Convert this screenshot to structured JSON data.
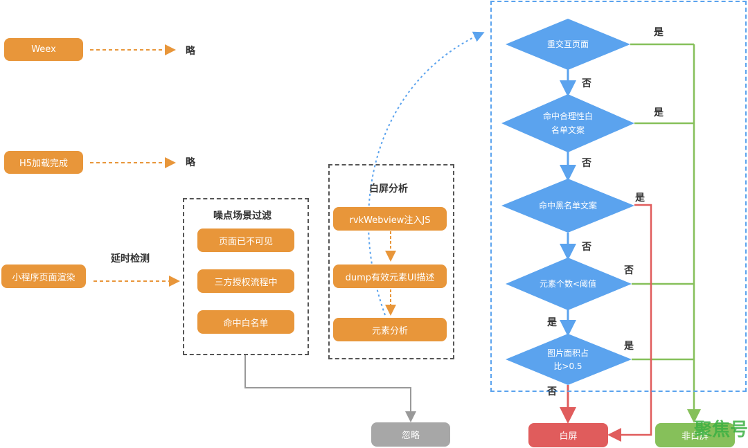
{
  "left": {
    "weex": "Weex",
    "weex_result": "略",
    "h5": "H5加载完成",
    "h5_result": "略",
    "miniapp": "小程序页面渲染",
    "delay_label": "延时检测"
  },
  "noise": {
    "title": "噪点场景过滤",
    "items": [
      "页面已不可见",
      "三方授权流程中",
      "命中白名单"
    ]
  },
  "ignore": "忽略",
  "analysis": {
    "title": "白屏分析",
    "steps": [
      "rvkWebview注入JS",
      "dump有效元素UI描述",
      "元素分析"
    ]
  },
  "decisions": {
    "d1": "重交互页面",
    "d2_line1": "命中合理性白",
    "d2_line2": "名单文案",
    "d3": "命中黑名单文案",
    "d4": "元素个数<阈值",
    "d5_line1": "图片面积占",
    "d5_line2": "比>0.5"
  },
  "edges": {
    "yes": "是",
    "no": "否"
  },
  "results": {
    "white": "白屏",
    "not_white": "非白屏"
  },
  "watermark": "聚焦号",
  "colors": {
    "orange": "#e8963a",
    "blue": "#5ba3ee",
    "green": "#86c05a",
    "red": "#e05c5c",
    "gray": "#a7a7a7"
  }
}
